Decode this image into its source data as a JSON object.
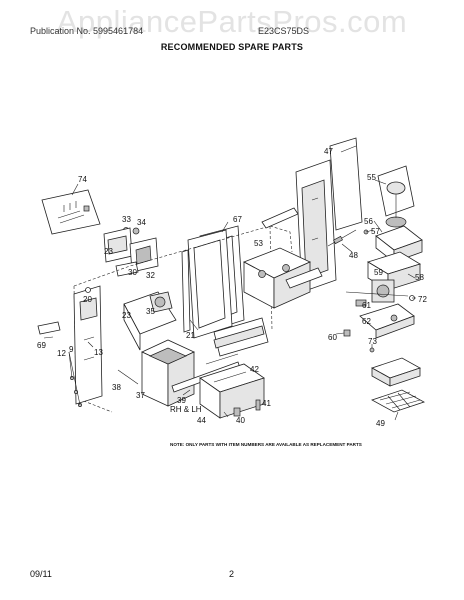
{
  "watermark": "AppliancePartsPros.com",
  "header": {
    "left": "Publication No. 5995461784",
    "right": "E23CS75DS"
  },
  "title": "RECOMMENDED SPARE PARTS",
  "note": "NOTE: ONLY PARTS WITH ITEM NUMBERS ARE AVAILABLE AS REPLACEMENT PARTS",
  "footer": {
    "date": "09/11",
    "page_number": "2"
  },
  "callouts": {
    "c74": "74",
    "c33": "33",
    "c34": "34",
    "c67": "67",
    "c47": "47",
    "c55": "55",
    "c56": "56",
    "c57": "57",
    "c53": "53",
    "c48": "48",
    "c23": "23",
    "c30": "30",
    "c32": "32",
    "c20": "20",
    "c35": "35",
    "c59": "59",
    "c58": "58",
    "c72": "72",
    "c61": "61",
    "c62": "62",
    "c60": "60",
    "c21": "21",
    "c69": "69",
    "c9": "9",
    "c12": "12",
    "c13": "13",
    "c38": "38",
    "c37": "37",
    "c39": "39",
    "c_rhlh": "RH & LH",
    "c42": "42",
    "c44": "44",
    "c40": "40",
    "c41": "41",
    "c73": "73",
    "c49": "49"
  }
}
